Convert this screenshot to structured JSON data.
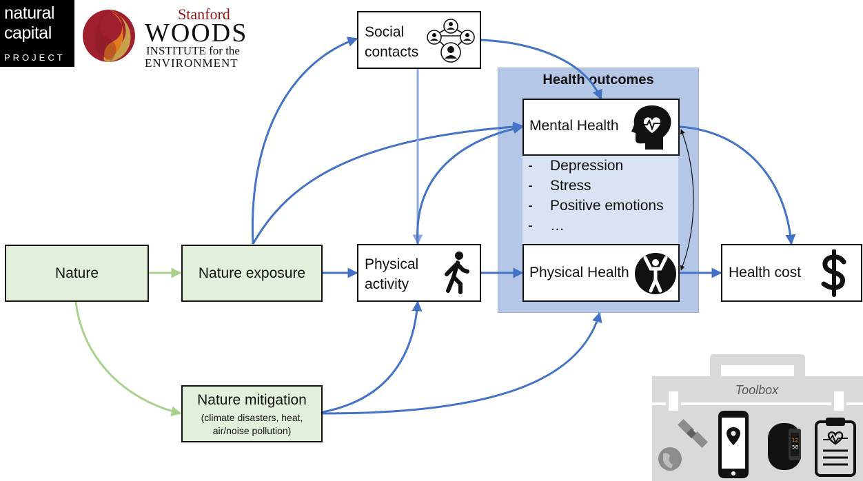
{
  "logos": {
    "ncp": [
      "natural",
      "capital",
      "PROJECT"
    ],
    "woods": {
      "stanford": "Stanford",
      "woods": "WOODS",
      "institute": "INSTITUTE for the",
      "environment": "ENVIRONMENT"
    }
  },
  "nodes": {
    "nature": "Nature",
    "nature_exposure": "Nature exposure",
    "nature_mitigation": {
      "title": "Nature mitigation",
      "detail": "(climate disasters, heat, air/noise pollution)"
    },
    "social_contacts": "Social contacts",
    "physical_activity": "Physical activity",
    "mental_health": "Mental Health",
    "physical_health": "Physical Health",
    "health_cost": "Health cost"
  },
  "health_outcomes": {
    "title": "Health outcomes",
    "items": [
      "Depression",
      "Stress",
      "Positive emotions",
      "…"
    ]
  },
  "toolbox": {
    "title": "Toolbox"
  },
  "colors": {
    "blue_arrow": "#4472c4",
    "light_blue_arrow": "#8faadc",
    "green_arrow": "#a9d18e",
    "green_fill": "#e2efda",
    "panel": "#b4c7e7",
    "panel_inner": "#dae3f3",
    "toolbox": "#d9d9d9"
  },
  "icons": [
    "social-network-icon",
    "walking-person-icon",
    "head-heart-icon",
    "raised-arms-person-icon",
    "dollar-sign-icon",
    "satellite-icon",
    "globe-icon",
    "smartphone-location-icon",
    "fitness-tracker-icon",
    "health-clipboard-icon"
  ]
}
